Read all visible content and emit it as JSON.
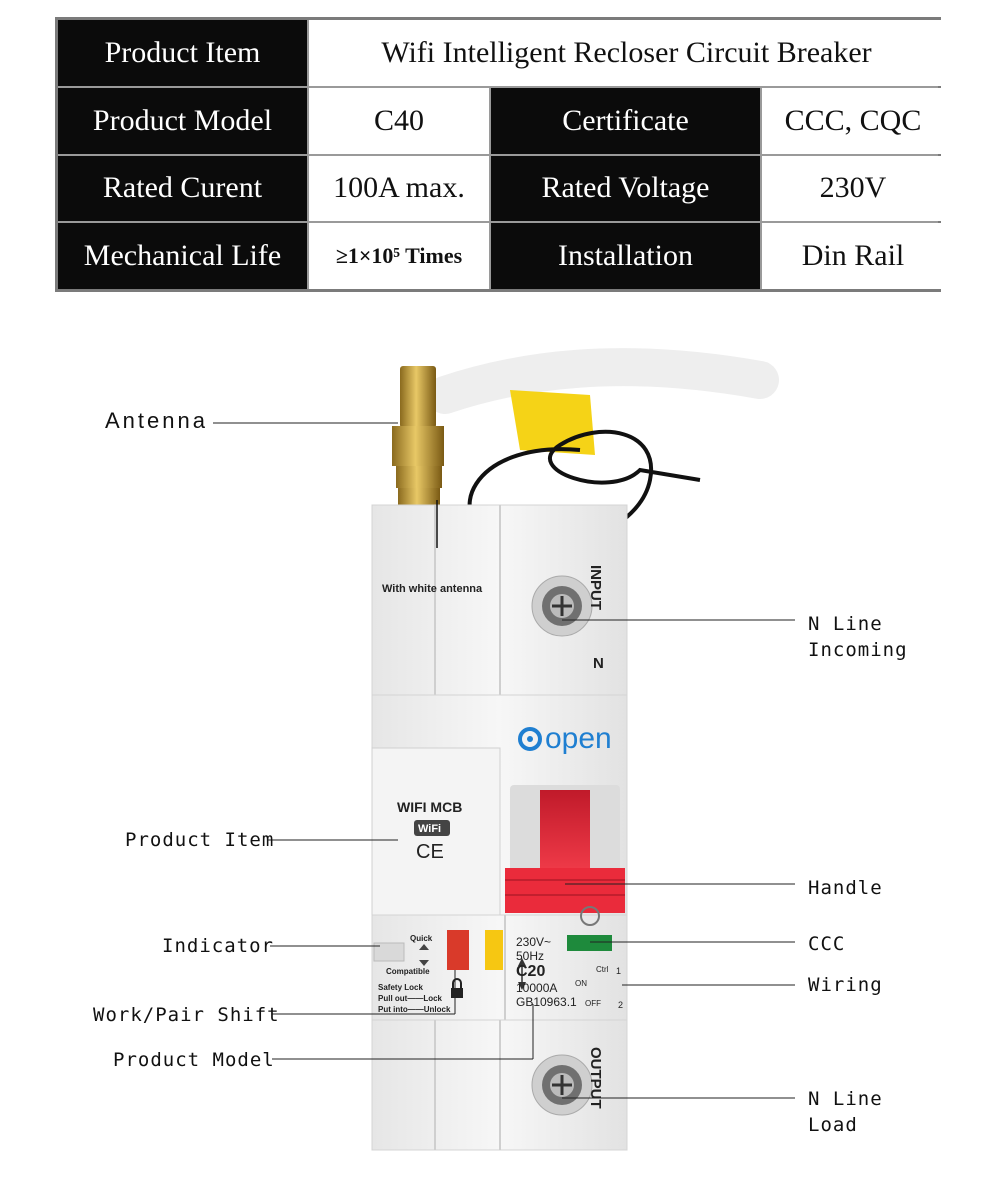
{
  "spec_table": {
    "rows": [
      {
        "label": "Product Item",
        "value": "Wifi Intelligent Recloser Circuit Breaker"
      },
      {
        "label": "Product Model",
        "value": "C40",
        "label2": "Certificate",
        "value2": "CCC, CQC"
      },
      {
        "label": "Rated Curent",
        "value": "100A max.",
        "label2": "Rated Voltage",
        "value2": "230V"
      },
      {
        "label": "Mechanical Life",
        "value": "≥1×10⁵ Times",
        "label2": "Installation",
        "value2": "Din Rail"
      }
    ]
  },
  "callouts": {
    "antenna": "Antenna",
    "n_line_incoming_1": "N Line",
    "n_line_incoming_2": "Incoming",
    "product_item": "Product Item",
    "handle": "Handle",
    "indicator": "Indicator",
    "ccc": "CCC",
    "wiring": "Wiring",
    "work_pair_shift": "Work/Pair Shift",
    "product_model": "Product Model",
    "n_line_load_1": "N Line",
    "n_line_load_2": "Load"
  },
  "breaker": {
    "brand": "open",
    "antenna_note": "With white antenna",
    "input": "INPUT",
    "input_n": "N",
    "output": "OUTPUT",
    "wifi_mcb": "WIFI MCB",
    "wifi_badge": "WiFi",
    "ce": "CE",
    "quick": "Quick",
    "compatible": "Compatible",
    "safety_lock": "Safety Lock",
    "pull_out": "Pull out——Lock",
    "put_into": "Put into——Unlock",
    "voltage": "230V~",
    "frequency": "50Hz",
    "model": "C20",
    "capacity": "10000A",
    "standard": "GB10963.1",
    "ctrl": "Ctrl",
    "on": "ON",
    "off": "OFF",
    "wire_1": "1",
    "wire_2": "2"
  },
  "colors": {
    "handle_red": "#e32636",
    "brand_blue": "#1f7fd1",
    "indicator_green": "#1e8a3c",
    "antenna_gold": "#c9a23a"
  }
}
